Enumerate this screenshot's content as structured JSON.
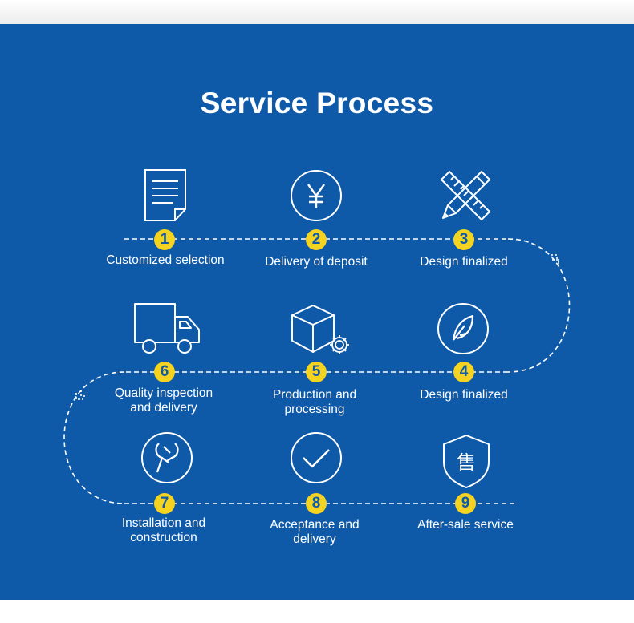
{
  "page_title": "Service Process",
  "colors": {
    "background": "#0f5aa8",
    "badge": "#f5d321",
    "line": "#ffffff"
  },
  "steps": [
    {
      "number": "1",
      "label": "Customized selection",
      "icon": "document-icon"
    },
    {
      "number": "2",
      "label": "Delivery of deposit",
      "icon": "yen-icon"
    },
    {
      "number": "3",
      "label": "Design finalized",
      "icon": "pencil-ruler-icon"
    },
    {
      "number": "4",
      "label": "Design finalized",
      "icon": "feather-icon"
    },
    {
      "number": "5",
      "label": "Production and\nprocessing",
      "icon": "box-gear-icon"
    },
    {
      "number": "6",
      "label": "Quality inspection\nand delivery",
      "icon": "truck-icon"
    },
    {
      "number": "7",
      "label": "Installation and\nconstruction",
      "icon": "wrench-icon"
    },
    {
      "number": "8",
      "label": "Acceptance and\ndelivery",
      "icon": "checkmark-icon"
    },
    {
      "number": "9",
      "label": "After-sale service",
      "icon": "shield-icon",
      "glyph": "售"
    }
  ]
}
